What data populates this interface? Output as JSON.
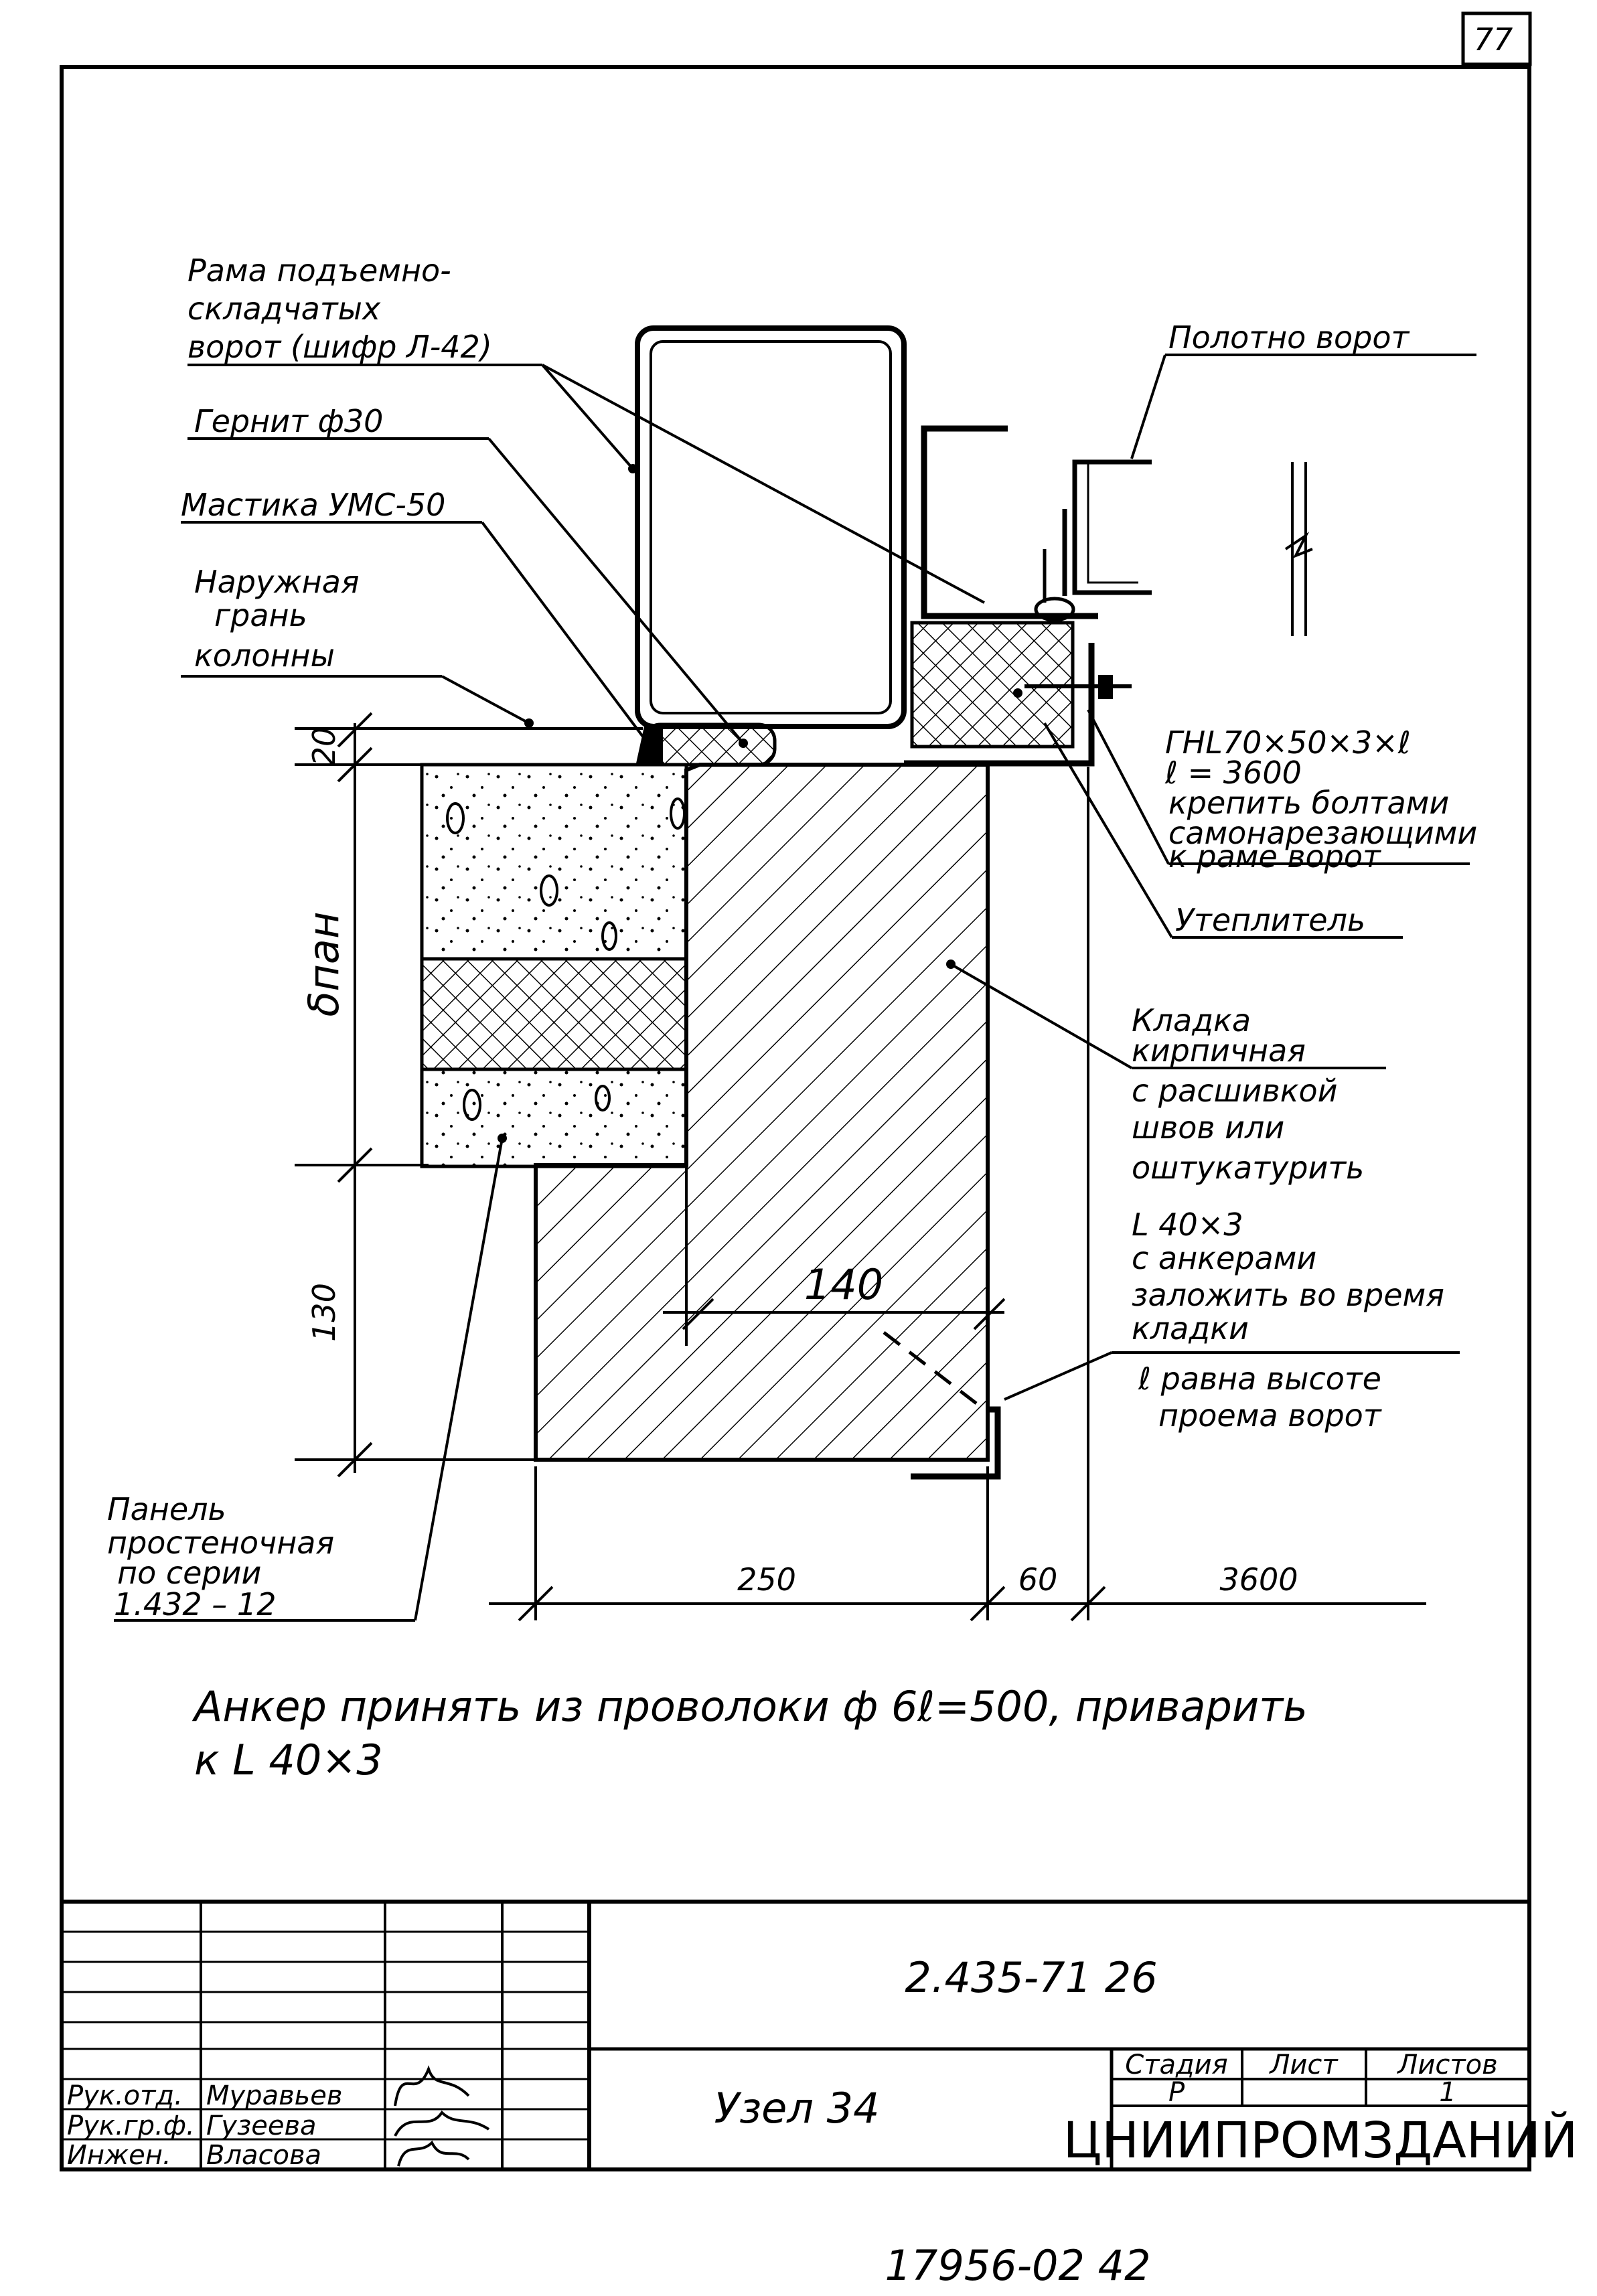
{
  "sheet_number": "77",
  "labels": {
    "frame": [
      "Рама подъемно-",
      "складчатых",
      "ворот (шифр Л-42)"
    ],
    "gernit": "Гернит ф30",
    "mastika": "Мастика УМС-50",
    "outer_face": [
      "Наружная",
      "грань",
      "колонны"
    ],
    "door_leaf": "Полотно ворот",
    "angle": [
      "ГНL70×50×3×ℓ",
      "ℓ = 3600",
      "крепить болтами",
      "самонарезающими",
      "к раме ворот"
    ],
    "insulation": "Утеплитель",
    "masonry": [
      "Кладка",
      "кирпичная",
      "с расшивкой",
      "швов или",
      "оштукатурить"
    ],
    "anchor_angle": [
      "L 40×3",
      "с анкерами",
      "заложить во время",
      "кладки"
    ],
    "length_note": [
      "ℓ равна высоте",
      "проема ворот"
    ],
    "panel": [
      "Панель",
      "простеночная",
      "по серии",
      "1.432 – 12"
    ]
  },
  "dimensions": {
    "d20": "20",
    "depth": "δпан",
    "d130": "130",
    "d140": "140",
    "d250": "250",
    "d60": "60",
    "d3600": "3600"
  },
  "note": [
    "Анкер принять из проволоки ф 6ℓ=500, приварить",
    "к L 40×3"
  ],
  "title_block": {
    "doc_code": "2.435-71 26",
    "title": "Узел 34",
    "stage_header": "Стадия",
    "sheet_header": "Лист",
    "sheets_header": "Листов",
    "stage": "Р",
    "sheet": "",
    "sheets": "1",
    "organization": "ЦНИИПРОМЗДАНИЙ",
    "roles": [
      "Рук.отд.",
      "Рук.гр.ф.",
      "Инжен."
    ],
    "names": [
      "Муравьев",
      "Гузеева",
      "Власова"
    ]
  },
  "bottom_code": "17956-02 42"
}
